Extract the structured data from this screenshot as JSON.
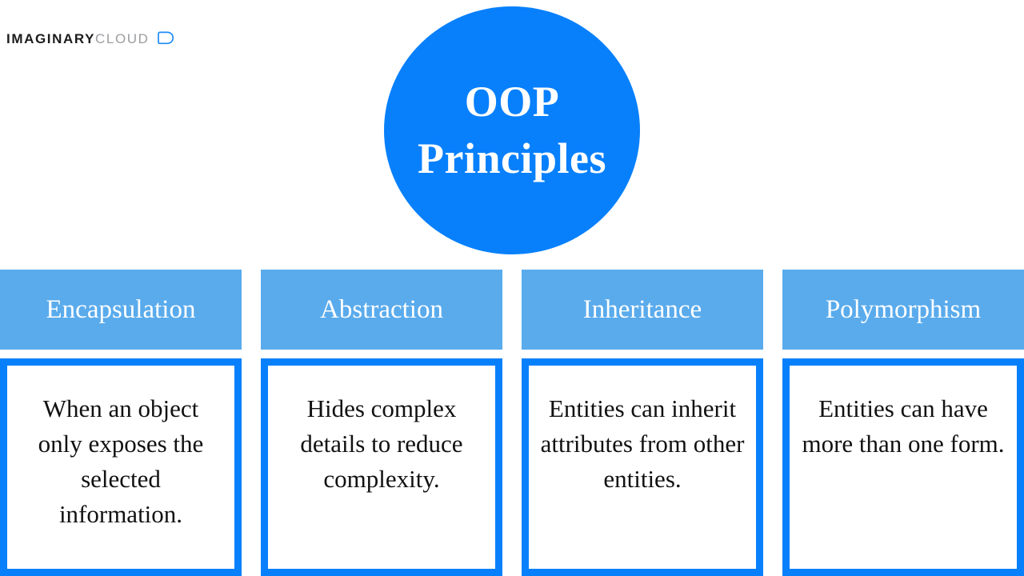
{
  "brand": {
    "name_bold": "IMAGINARY",
    "name_light": "CLOUD",
    "bubble_icon": "speech-bubble-icon",
    "bubble_color": "#1f8bf5",
    "bold_color": "#1b1b1b",
    "light_color": "#9b9da0"
  },
  "hub": {
    "title": "OOP\nPrinciples",
    "fill_color": "#0880fc",
    "text_color": "#ffffff"
  },
  "palette": {
    "accent_blue": "#0880fc",
    "header_blue": "#5aabec",
    "body_text": "#111111",
    "background": "#ffffff"
  },
  "columns": [
    {
      "id": "encapsulation",
      "header": "Encapsulation",
      "body": "When an object only exposes the selected information."
    },
    {
      "id": "abstraction",
      "header": "Abstraction",
      "body": "Hides complex details to reduce complexity."
    },
    {
      "id": "inheritance",
      "header": "Inheritance",
      "body": "Entities can inherit attributes from other entities."
    },
    {
      "id": "polymorphism",
      "header": "Polymorphism",
      "body": "Entities can have more than one form."
    }
  ]
}
